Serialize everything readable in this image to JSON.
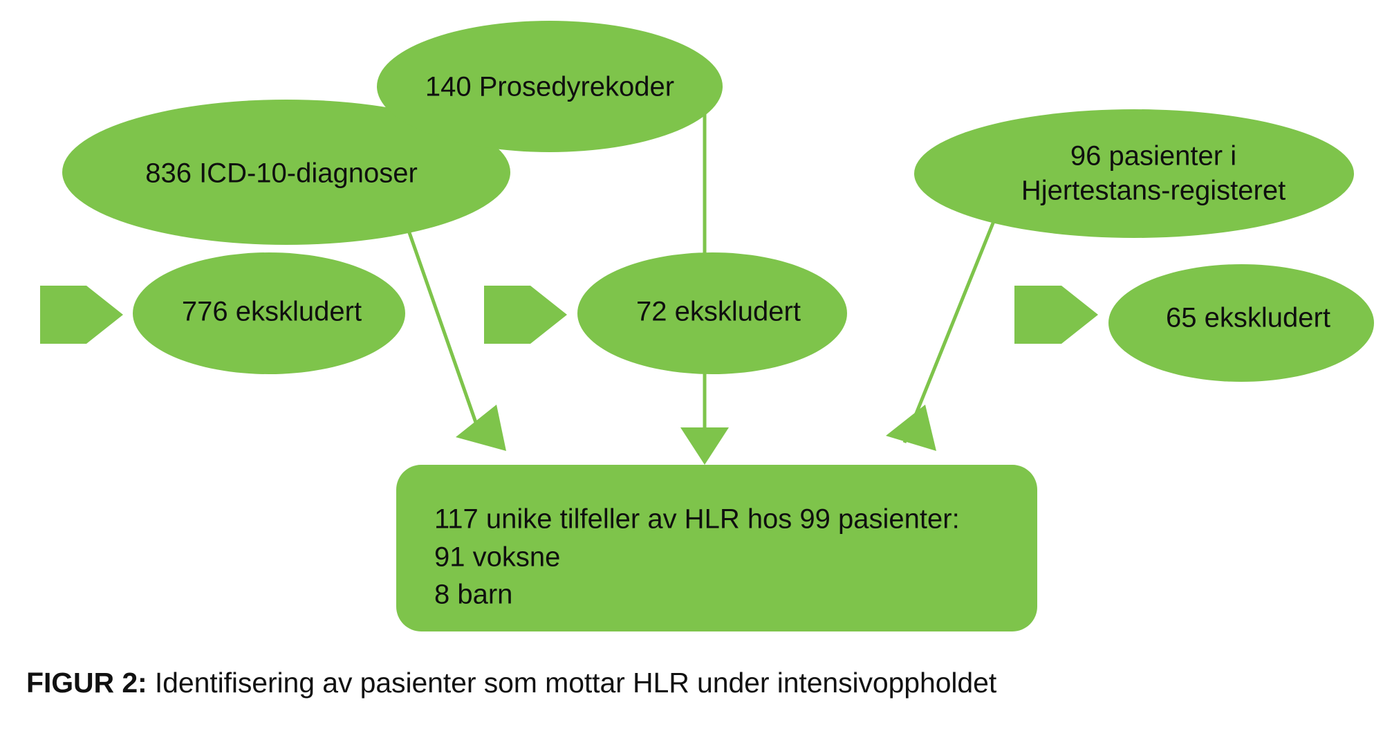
{
  "figure": {
    "caption_label": "FIGUR 2:",
    "caption_text": " Identifisering av pasienter som mottar HLR under intensivoppholdet",
    "background_color": "#FFFFFF",
    "accent_color": "#7EC44B",
    "text_color": "#0F0F0F"
  },
  "chart_data": {
    "type": "diagram",
    "title": "FIGUR 2: Identifisering av pasienter som mottar HLR under intensivoppholdet",
    "sources": [
      {
        "id": "source-icd10",
        "label": "836 ICD-10-diagnoser",
        "value": 836
      },
      {
        "id": "source-procedures",
        "label": "140 Prosedyrekoder",
        "value": 140
      },
      {
        "id": "source-registry",
        "label_line1": "96 pasienter i",
        "label_line2": "Hjertestans-registeret",
        "value": 96
      }
    ],
    "exclusions": [
      {
        "id": "excluded-icd10",
        "label": "776 ekskludert",
        "value": 776
      },
      {
        "id": "excluded-procedures",
        "label": "72 ekskludert",
        "value": 72
      },
      {
        "id": "excluded-registry",
        "label": "65 ekskludert",
        "value": 65
      }
    ],
    "result": {
      "id": "result-box",
      "line1": "117 unike tilfeller av HLR hos 99 pasienter:",
      "line2": "91 voksne",
      "line3": "8 barn",
      "unique_events": 117,
      "patients": 99,
      "adults": 91,
      "children": 8
    }
  },
  "nodes": {
    "icd10": {
      "label": "836 ICD-10-diagnoser"
    },
    "procedures": {
      "label": "140 Prosedyrekoder"
    },
    "registry": {
      "line1": "96 pasienter i",
      "line2": "Hjertestans-registeret"
    },
    "excluded_left": {
      "label": "776 ekskludert"
    },
    "excluded_mid": {
      "label": "72 ekskludert"
    },
    "excluded_right": {
      "label": "65 ekskludert"
    },
    "result": {
      "line1": "117 unike tilfeller av HLR hos 99 pasienter:",
      "line2": "91 voksne",
      "line3": "8 barn"
    }
  }
}
